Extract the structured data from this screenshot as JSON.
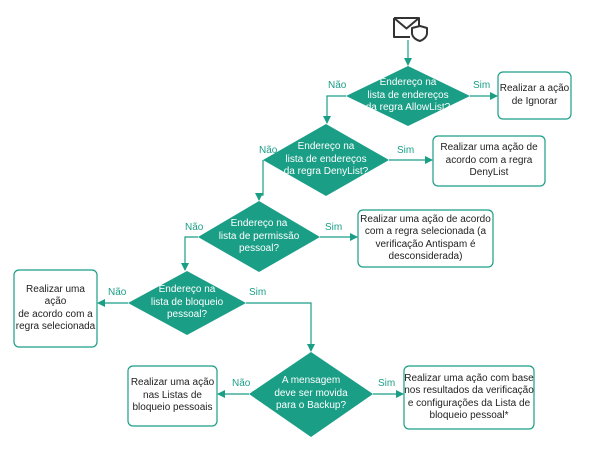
{
  "colors": {
    "accent": "#1a9e86",
    "text": "#222222",
    "icon": "#333333"
  },
  "start_icon": "mail-shield-icon",
  "decisions": {
    "allowlist": "Endereço na\nlista de endereços\nda regra AllowList?",
    "denylist": "Endereço na\nlista de endereços\nda regra DenyList?",
    "permissao": "Endereço na\nlista de permissão\npessoal?",
    "bloqueio": "Endereço na\nlista de bloqueio\npessoal?",
    "backup": "A mensagem\ndeve ser movida\npara o Backup?"
  },
  "actions": {
    "ignorar": "Realizar a ação\nde Ignorar",
    "denylist": "Realizar uma ação de\nacordo com a regra\nDenyList",
    "permissao": "Realizar uma ação de acordo\ncom a regra selecionada (a\nverificação Antispam é\ndesconsiderada)",
    "bloqueio": "Realizar uma ação\nde acordo com a\nregra selecionada",
    "listas": "Realizar uma ação\nnas Listas de\nbloqueio pessoais",
    "resultados": "Realizar uma ação com base\nnos resultados da verificação\ne configurações da Lista de\nbloqueio pessoal*"
  },
  "edge_labels": {
    "yes": "Sim",
    "no": "Não"
  }
}
